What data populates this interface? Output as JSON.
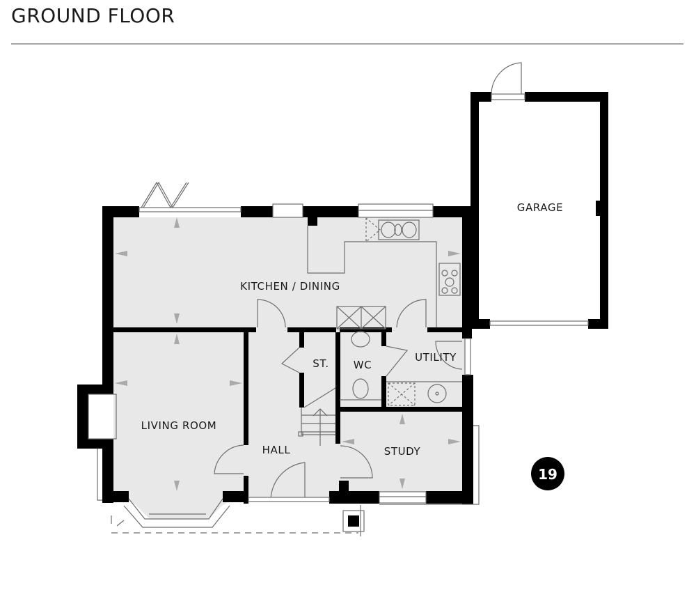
{
  "header": {
    "title": "GROUND FLOOR"
  },
  "plot_number": "19",
  "rooms": {
    "kitchen_dining": "KITCHEN / DINING",
    "garage": "GARAGE",
    "living_room": "LIVING ROOM",
    "hall": "HALL",
    "store": "ST.",
    "wc": "WC",
    "utility": "UTILITY",
    "study": "STUDY"
  },
  "colors": {
    "wall": "#000000",
    "floor": "#e8e8e8",
    "fixture_line": "#6e6e6e",
    "dimension_arrow": "#a9a9a9",
    "rule": "#a6a6a6"
  }
}
